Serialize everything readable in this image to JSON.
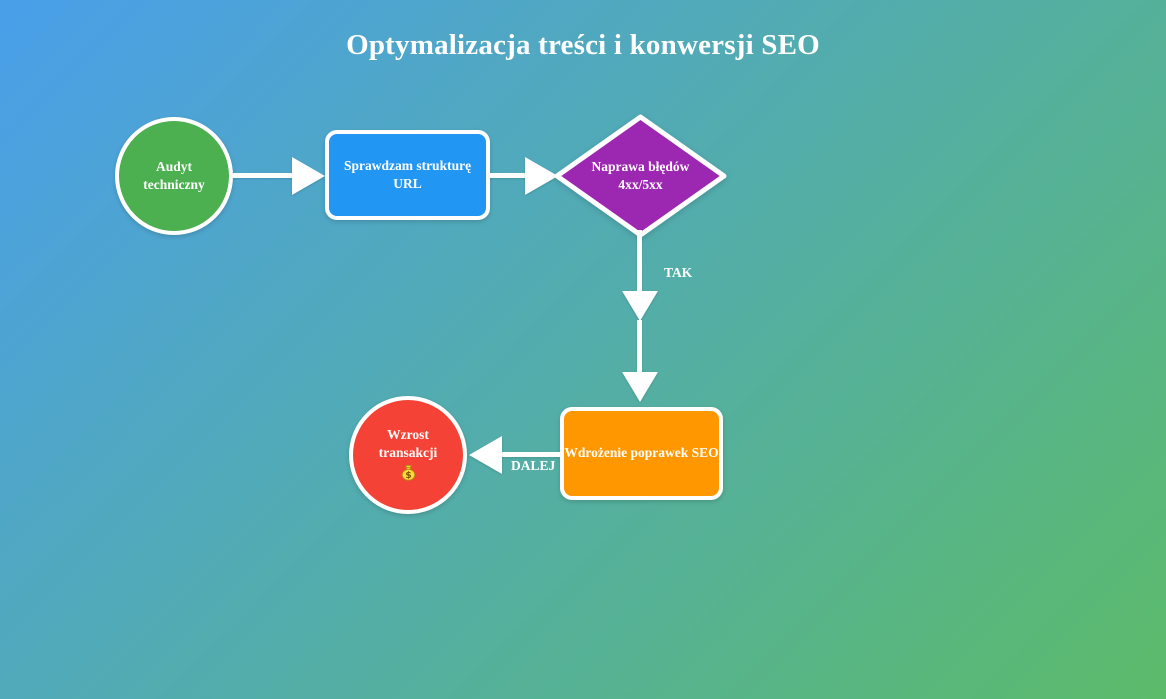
{
  "title": "Optymalizacja treści i konwersji SEO",
  "diagram": {
    "nodes": {
      "audit": {
        "label": "Audyt techniczny",
        "shape": "circle",
        "color": "#4CAF50"
      },
      "check_url": {
        "label": "Sprawdzam strukturę URL",
        "shape": "rounded-rect",
        "color": "#2196F3"
      },
      "fix_errors": {
        "label": "Naprawa błędów 4xx/5xx",
        "shape": "diamond",
        "color": "#9C27B0"
      },
      "deploy": {
        "label": "Wdrożenie poprawek SEO",
        "shape": "rounded-rect",
        "color": "#FF9800"
      },
      "growth": {
        "label": "Wzrost transakcji",
        "shape": "circle",
        "color": "#F44336",
        "icon": "money-bag"
      }
    },
    "edge_labels": {
      "tak": "TAK",
      "dalej": "DALEJ"
    }
  },
  "colors": {
    "bg_from": "#4A9FEA",
    "bg_to": "#5CBB6A",
    "green": "#4CAF50",
    "blue": "#2196F3",
    "purple": "#9C27B0",
    "orange": "#FF9800",
    "red": "#F44336",
    "stroke": "#FFFFFF",
    "text": "#FFFFFF"
  }
}
